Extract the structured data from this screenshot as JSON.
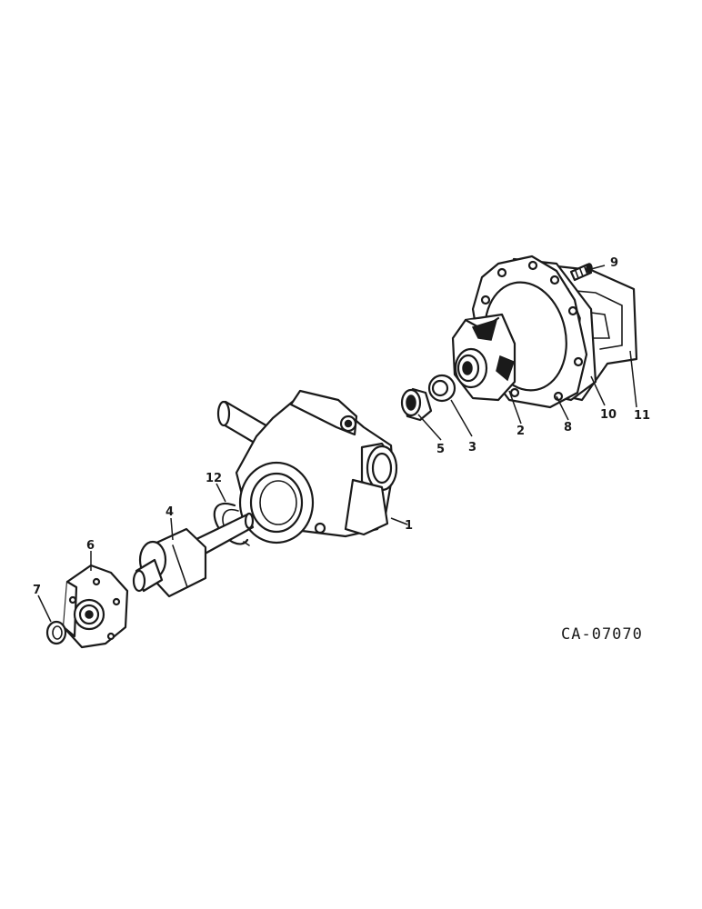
{
  "figure": {
    "reference": "CA-07070",
    "callouts": {
      "housing": "1",
      "impeller": "2",
      "seal_ring": "3",
      "bearing_shaft": "4",
      "seal": "5",
      "pulley_hub": "6",
      "snap_ring": "7",
      "gasket": "8",
      "bolt": "9",
      "cover_plate": "10",
      "cover_gasket": "11",
      "o_ring": "12"
    }
  }
}
